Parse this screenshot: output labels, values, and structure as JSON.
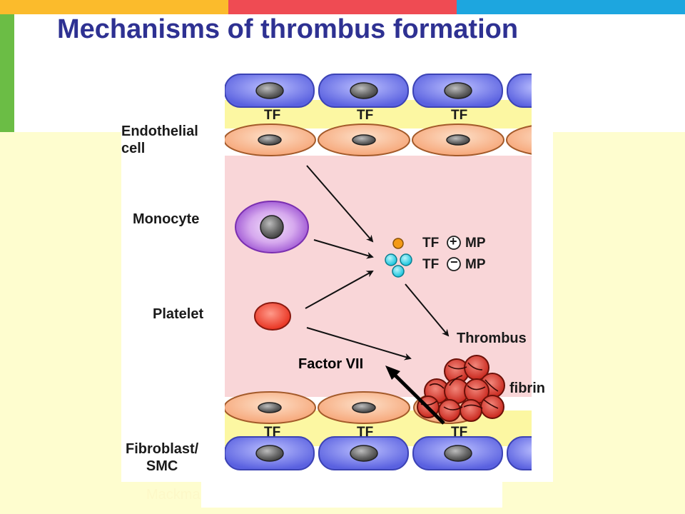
{
  "slide": {
    "title": "Mechanisms of thrombus formation",
    "credit": "Mackman"
  },
  "colors": {
    "bar_yellow": "#fbbb2c",
    "bar_red": "#ef4b53",
    "bar_blue": "#1da6df",
    "sidebar_green": "#6bbd45",
    "panel_yellow": "#fefdcf",
    "title_blue": "#2e3192",
    "vessel_pink": "#f9d6d8",
    "endothelial_orange": "#f9b88d",
    "outer_cell_blue": "#6d74e6",
    "monocyte_purple": "#b06ed9",
    "platelet_red": "#ee3a2a",
    "mp_orange": "#f39a16",
    "mp_cyan": "#2fd3e6"
  },
  "diagram": {
    "labels": {
      "endothelial": "Endothelial\ncell",
      "monocyte": "Monocyte",
      "platelet": "Platelet",
      "fibroblast": "Fibroblast/\nSMC",
      "tf": "TF",
      "mp": "MP",
      "plus": "+",
      "minus": "−",
      "thrombus": "Thrombus",
      "fibrin": "fibrin",
      "factor_vii": "Factor VII"
    }
  }
}
